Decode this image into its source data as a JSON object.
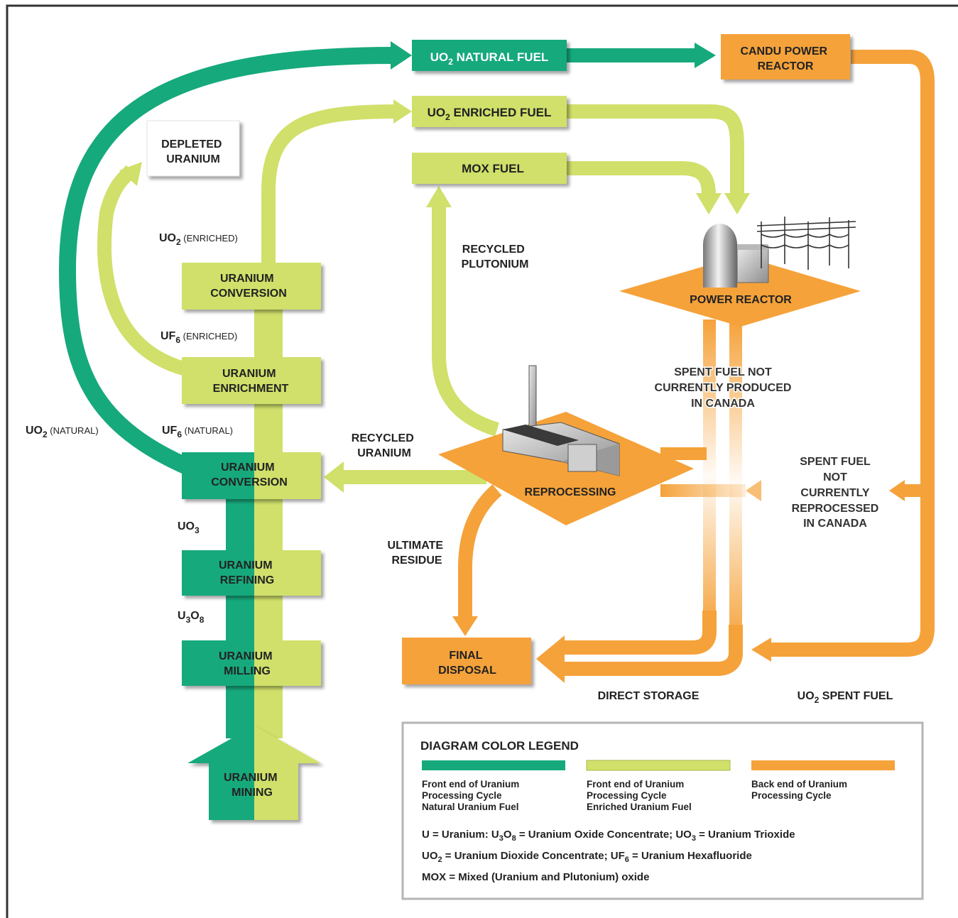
{
  "colors": {
    "natural": "#16a97c",
    "enriched": "#d0e06a",
    "backend": "#f5a23a",
    "depleted_box": "#ffffff",
    "text": "#222222",
    "frame": "#333333",
    "legend_border": "#b5b5b5"
  },
  "boxes": {
    "natural_fuel": {
      "pre": "UO",
      "sub": "2",
      "post": " NATURAL FUEL"
    },
    "enriched_fuel": {
      "pre": "UO",
      "sub": "2",
      "post": "  ENRICHED FUEL"
    },
    "mox_fuel": "MOX FUEL",
    "candu": [
      "CANDU POWER",
      "REACTOR"
    ],
    "depleted": [
      "DEPLETED",
      "URANIUM"
    ],
    "conversion_top": [
      "URANIUM",
      "CONVERSION"
    ],
    "enrichment": [
      "URANIUM",
      "ENRICHMENT"
    ],
    "conversion_bottom": [
      "URANIUM",
      "CONVERSION"
    ],
    "refining": [
      "URANIUM",
      "REFINING"
    ],
    "milling": [
      "URANIUM",
      "MILLING"
    ],
    "mining": [
      "URANIUM",
      "MINING"
    ],
    "final_disposal": [
      "FINAL",
      "DISPOSAL"
    ],
    "power_reactor": "POWER REACTOR",
    "reprocessing": "REPROCESSING"
  },
  "labels": {
    "uo2_enriched": {
      "pre": "UO",
      "sub": "2",
      "post": " (ENRICHED)"
    },
    "uf6_enriched": {
      "pre": "UF",
      "sub": "6",
      "post": " (ENRICHED)"
    },
    "uf6_natural": {
      "pre": "UF",
      "sub": "6",
      "post": " (NATURAL)"
    },
    "uo2_natural": {
      "pre": "UO",
      "sub": "2",
      "post": " (NATURAL)"
    },
    "uo3": {
      "pre": "UO",
      "sub": "3",
      "post": ""
    },
    "u3o8": {
      "pre": "U",
      "sub": "3",
      "mid": "O",
      "sub2": "8"
    },
    "recycled_plutonium": [
      "RECYCLED",
      "PLUTONIUM"
    ],
    "recycled_uranium": [
      "RECYCLED",
      "URANIUM"
    ],
    "ultimate_residue": [
      "ULTIMATE",
      "RESIDUE"
    ],
    "spent_fuel_not_produced": [
      "SPENT FUEL NOT",
      "CURRENTLY PRODUCED",
      "IN CANADA"
    ],
    "spent_fuel_not_reprocessed": [
      "SPENT FUEL",
      "NOT",
      "CURRENTLY",
      "REPROCESSED",
      "IN CANADA"
    ],
    "direct_storage": "DIRECT STORAGE",
    "uo2_spent_fuel": {
      "pre": "UO",
      "sub": "2",
      "post": " SPENT FUEL"
    }
  },
  "legend": {
    "title": "DIAGRAM COLOR LEGEND",
    "items": [
      {
        "lines": [
          "Front end of Uranium",
          "Processing Cycle",
          "Natural Uranium Fuel"
        ]
      },
      {
        "lines": [
          "Front end of Uranium",
          "Processing Cycle",
          "Enriched Uranium Fuel"
        ]
      },
      {
        "lines": [
          "Back end of Uranium",
          "Processing Cycle"
        ]
      }
    ],
    "def1": {
      "a": "U = Uranium:  U",
      "a_sub": "3",
      "b": "O",
      "b_sub": "8",
      "c": " = Uranium Oxide Concentrate;  UO",
      "c_sub": "3",
      "d": " = Uranium Trioxide"
    },
    "def2": {
      "a": "UO",
      "a_sub": "2",
      "b": " = Uranium Dioxide Concentrate;  UF",
      "b_sub": "6",
      "c": " = Uranium Hexafluoride"
    },
    "def3": "MOX = Mixed (Uranium and Plutonium) oxide"
  }
}
